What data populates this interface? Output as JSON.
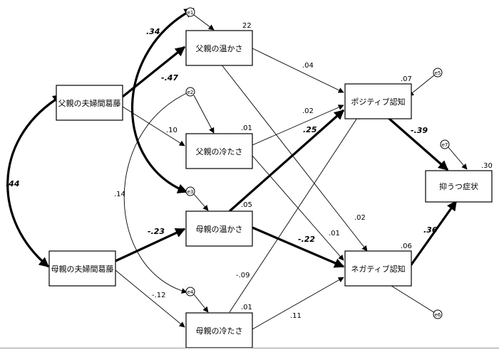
{
  "nodes": {
    "father_conflict": "父親の夫婦間葛藤",
    "mother_conflict": "母親の夫婦間葛藤",
    "father_warmth": "父親の温かさ",
    "father_coldness": "父親の冷たさ",
    "mother_warmth": "母親の温かさ",
    "mother_coldness": "母親の冷たさ",
    "positive_cognition": "ポジティブ認知",
    "negative_cognition": "ネガティブ認知",
    "depression": "抑うつ症状"
  },
  "errors": {
    "e1": "e1",
    "e2": "e2",
    "e3": "e3",
    "e4": "e4",
    "e5": "e5",
    "e6": "e6",
    "e7": "e7"
  },
  "r2": {
    "father_warmth": "22",
    "father_coldness": ".01",
    "mother_warmth": ".05",
    "mother_coldness": ".01",
    "positive_cognition": ".07",
    "negative_cognition": ".06",
    "depression": ".30"
  },
  "coefficients": {
    "fc_mc": ".44",
    "e1_e3": ".34",
    "e2_e4": ".14",
    "fc_fw": "-.47",
    "fc_fcold": ".10",
    "mc_mw": "-.23",
    "mc_mcold": "-.12",
    "fw_pos": ".04",
    "fw_neg": ".02",
    "fcold_pos": ".02",
    "fcold_neg": ".01",
    "mw_pos": ".25",
    "mw_neg": "-.22",
    "mcold_pos": "-.09",
    "mcold_neg": ".11",
    "pos_dep": "-.39",
    "neg_dep": ".36"
  }
}
